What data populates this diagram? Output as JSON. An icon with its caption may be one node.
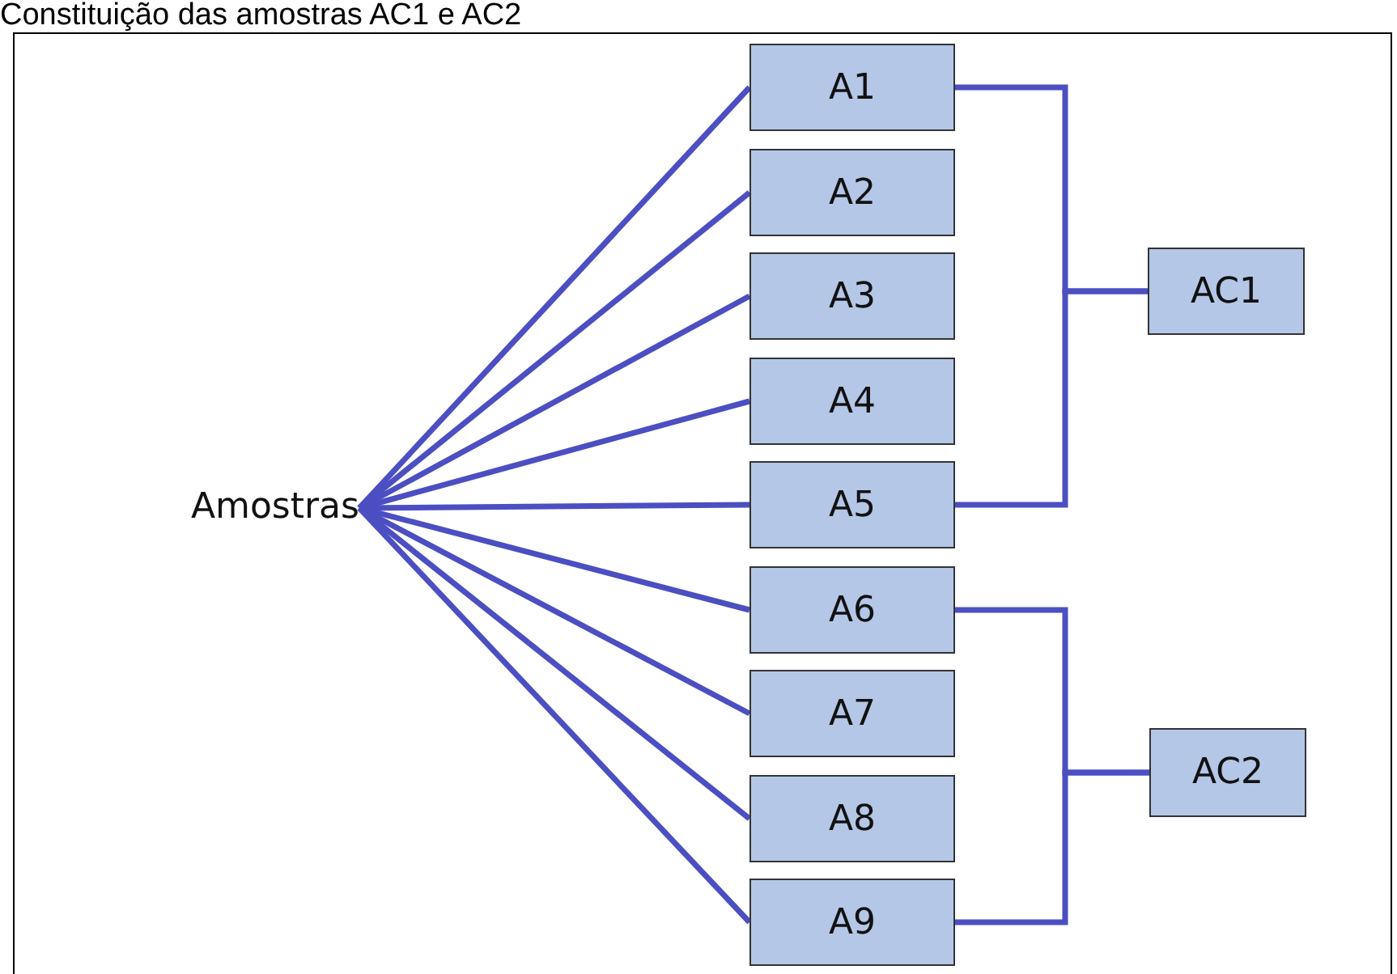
{
  "diagram": {
    "title": "Constituição das amostras AC1 e AC2",
    "nodes": [
      {
        "text": [
          "Amostras"
        ]
      },
      {
        "text": [
          "A1"
        ]
      },
      {
        "text": [
          "A2"
        ]
      },
      {
        "text": [
          "A3"
        ]
      },
      {
        "text": [
          "A4"
        ]
      },
      {
        "text": [
          "A5"
        ]
      },
      {
        "text": [
          "A6"
        ]
      },
      {
        "text": [
          "A7"
        ]
      },
      {
        "text": [
          "A8"
        ]
      },
      {
        "text": [
          "A9"
        ]
      },
      {
        "text": [
          "AC1"
        ]
      },
      {
        "text": [
          "AC2"
        ]
      }
    ],
    "edges": [
      {
        "from": 0,
        "to": 1,
        "arrow": "none"
      },
      {
        "from": 0,
        "to": 2,
        "arrow": "none"
      },
      {
        "from": 0,
        "to": 3,
        "arrow": "none"
      },
      {
        "from": 0,
        "to": 4,
        "arrow": "none"
      },
      {
        "from": 0,
        "to": 5,
        "arrow": "none"
      },
      {
        "from": 0,
        "to": 6,
        "arrow": "none"
      },
      {
        "from": 0,
        "to": 7,
        "arrow": "none"
      },
      {
        "from": 0,
        "to": 8,
        "arrow": "none"
      },
      {
        "from": 0,
        "to": 9,
        "arrow": "none"
      },
      {
        "from": 1,
        "to": 10,
        "arrow": "none"
      },
      {
        "from": 5,
        "to": 10,
        "arrow": "none"
      },
      {
        "from": 6,
        "to": 11,
        "arrow": "none"
      },
      {
        "from": 9,
        "to": 11,
        "arrow": "none"
      }
    ]
  }
}
